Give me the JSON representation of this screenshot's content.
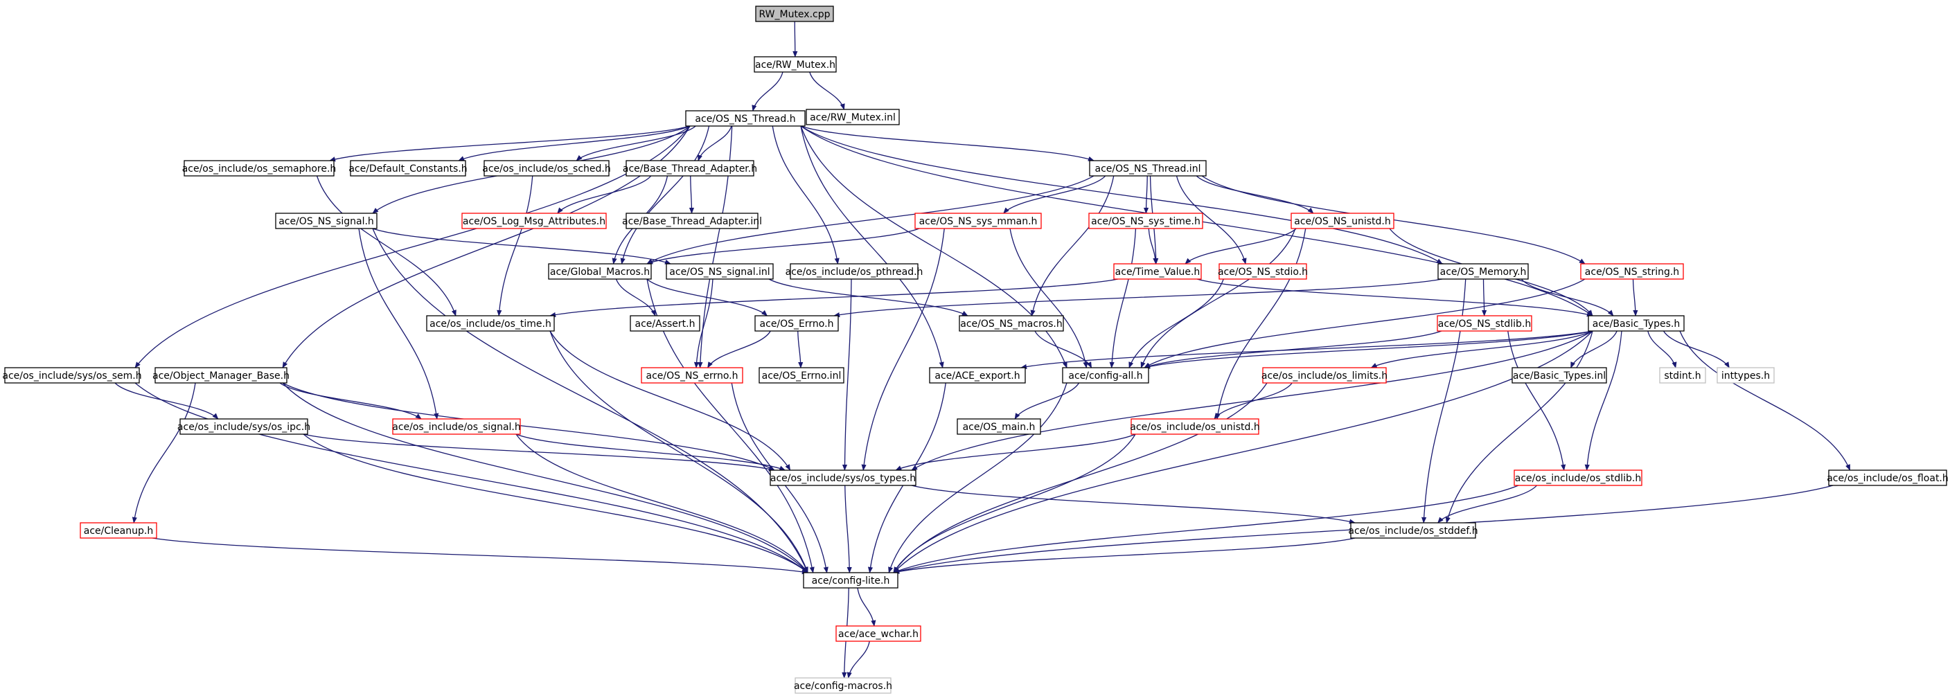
{
  "colors": {
    "edge": "#191970",
    "normal_border": "#000000",
    "truncated_border": "#ff0000",
    "external_border": "#bfbfbf",
    "root_fill": "#bfbfbf",
    "fill": "#ffffff"
  },
  "nodes": [
    {
      "id": "n0",
      "label": "RW_Mutex.cpp",
      "kind": "root"
    },
    {
      "id": "n1",
      "label": "ace/RW_Mutex.h",
      "kind": "normal"
    },
    {
      "id": "n2",
      "label": "ace/OS_NS_Thread.h",
      "kind": "normal"
    },
    {
      "id": "n3",
      "label": "ace/RW_Mutex.inl",
      "kind": "normal"
    },
    {
      "id": "n4",
      "label": "ace/os_include/os_semaphore.h",
      "kind": "normal"
    },
    {
      "id": "n5",
      "label": "ace/Default_Constants.h",
      "kind": "normal"
    },
    {
      "id": "n6",
      "label": "ace/os_include/os_sched.h",
      "kind": "normal"
    },
    {
      "id": "n7",
      "label": "ace/Base_Thread_Adapter.h",
      "kind": "normal"
    },
    {
      "id": "n8",
      "label": "ace/OS_NS_Thread.inl",
      "kind": "normal"
    },
    {
      "id": "n9",
      "label": "ace/OS_NS_signal.h",
      "kind": "normal"
    },
    {
      "id": "n10",
      "label": "ace/OS_Log_Msg_Attributes.h",
      "kind": "truncated"
    },
    {
      "id": "n11",
      "label": "ace/Base_Thread_Adapter.inl",
      "kind": "normal"
    },
    {
      "id": "n12",
      "label": "ace/OS_NS_sys_mman.h",
      "kind": "truncated"
    },
    {
      "id": "n13",
      "label": "ace/OS_NS_sys_time.h",
      "kind": "truncated"
    },
    {
      "id": "n14",
      "label": "ace/OS_NS_unistd.h",
      "kind": "truncated"
    },
    {
      "id": "n15",
      "label": "ace/Global_Macros.h",
      "kind": "normal"
    },
    {
      "id": "n16",
      "label": "ace/OS_NS_signal.inl",
      "kind": "normal"
    },
    {
      "id": "n17",
      "label": "ace/os_include/os_pthread.h",
      "kind": "normal"
    },
    {
      "id": "n18",
      "label": "ace/Time_Value.h",
      "kind": "truncated"
    },
    {
      "id": "n19",
      "label": "ace/OS_NS_stdio.h",
      "kind": "truncated"
    },
    {
      "id": "n20",
      "label": "ace/OS_Memory.h",
      "kind": "normal"
    },
    {
      "id": "n21",
      "label": "ace/OS_NS_string.h",
      "kind": "truncated"
    },
    {
      "id": "n22",
      "label": "ace/os_include/os_time.h",
      "kind": "normal"
    },
    {
      "id": "n23",
      "label": "ace/Assert.h",
      "kind": "normal"
    },
    {
      "id": "n24",
      "label": "ace/OS_Errno.h",
      "kind": "normal"
    },
    {
      "id": "n25",
      "label": "ace/OS_NS_macros.h",
      "kind": "normal"
    },
    {
      "id": "n26",
      "label": "ace/OS_NS_stdlib.h",
      "kind": "truncated"
    },
    {
      "id": "n27",
      "label": "ace/Basic_Types.h",
      "kind": "normal"
    },
    {
      "id": "n28",
      "label": "ace/os_include/sys/os_sem.h",
      "kind": "normal"
    },
    {
      "id": "n29",
      "label": "ace/Object_Manager_Base.h",
      "kind": "normal"
    },
    {
      "id": "n30",
      "label": "ace/OS_NS_errno.h",
      "kind": "truncated"
    },
    {
      "id": "n31",
      "label": "ace/OS_Errno.inl",
      "kind": "normal"
    },
    {
      "id": "n32",
      "label": "ace/ACE_export.h",
      "kind": "normal"
    },
    {
      "id": "n33",
      "label": "ace/config-all.h",
      "kind": "normal"
    },
    {
      "id": "n34",
      "label": "ace/os_include/os_limits.h",
      "kind": "truncated"
    },
    {
      "id": "n35",
      "label": "ace/Basic_Types.inl",
      "kind": "normal"
    },
    {
      "id": "n36",
      "label": "stdint.h",
      "kind": "external"
    },
    {
      "id": "n37",
      "label": "inttypes.h",
      "kind": "external"
    },
    {
      "id": "n38",
      "label": "ace/os_include/sys/os_ipc.h",
      "kind": "normal"
    },
    {
      "id": "n39",
      "label": "ace/os_include/os_signal.h",
      "kind": "truncated"
    },
    {
      "id": "n40",
      "label": "ace/OS_main.h",
      "kind": "normal"
    },
    {
      "id": "n41",
      "label": "ace/os_include/os_unistd.h",
      "kind": "truncated"
    },
    {
      "id": "n42",
      "label": "ace/os_include/sys/os_types.h",
      "kind": "normal"
    },
    {
      "id": "n43",
      "label": "ace/os_include/os_stdlib.h",
      "kind": "truncated"
    },
    {
      "id": "n44",
      "label": "ace/os_include/os_float.h",
      "kind": "normal"
    },
    {
      "id": "n45",
      "label": "ace/Cleanup.h",
      "kind": "truncated"
    },
    {
      "id": "n46",
      "label": "ace/os_include/os_stddef.h",
      "kind": "normal"
    },
    {
      "id": "n47",
      "label": "ace/config-lite.h",
      "kind": "normal"
    },
    {
      "id": "n48",
      "label": "ace/ace_wchar.h",
      "kind": "truncated"
    },
    {
      "id": "n49",
      "label": "ace/config-macros.h",
      "kind": "external"
    }
  ],
  "edges": [
    [
      "n0",
      "n1"
    ],
    [
      "n1",
      "n2"
    ],
    [
      "n1",
      "n3"
    ],
    [
      "n2",
      "n4"
    ],
    [
      "n2",
      "n5"
    ],
    [
      "n2",
      "n6"
    ],
    [
      "n2",
      "n7"
    ],
    [
      "n2",
      "n8"
    ],
    [
      "n2",
      "n9"
    ],
    [
      "n2",
      "n15"
    ],
    [
      "n2",
      "n17"
    ],
    [
      "n2",
      "n20"
    ],
    [
      "n2",
      "n27"
    ],
    [
      "n2",
      "n28"
    ],
    [
      "n2",
      "n29"
    ],
    [
      "n2",
      "n30"
    ],
    [
      "n2",
      "n32"
    ],
    [
      "n2",
      "n33"
    ],
    [
      "n7",
      "n10"
    ],
    [
      "n7",
      "n11"
    ],
    [
      "n7",
      "n15"
    ],
    [
      "n8",
      "n12"
    ],
    [
      "n8",
      "n13"
    ],
    [
      "n8",
      "n14"
    ],
    [
      "n8",
      "n18"
    ],
    [
      "n8",
      "n19"
    ],
    [
      "n8",
      "n21"
    ],
    [
      "n8",
      "n25"
    ],
    [
      "n8",
      "n15"
    ],
    [
      "n9",
      "n16"
    ],
    [
      "n9",
      "n39"
    ],
    [
      "n9",
      "n47"
    ],
    [
      "n4",
      "n22"
    ],
    [
      "n6",
      "n22"
    ],
    [
      "n12",
      "n15"
    ],
    [
      "n12",
      "n33"
    ],
    [
      "n12",
      "n42"
    ],
    [
      "n13",
      "n18"
    ],
    [
      "n13",
      "n33"
    ],
    [
      "n14",
      "n18"
    ],
    [
      "n14",
      "n33"
    ],
    [
      "n14",
      "n41"
    ],
    [
      "n14",
      "n27"
    ],
    [
      "n15",
      "n23"
    ],
    [
      "n15",
      "n24"
    ],
    [
      "n15",
      "n47"
    ],
    [
      "n16",
      "n25"
    ],
    [
      "n16",
      "n30"
    ],
    [
      "n17",
      "n42"
    ],
    [
      "n18",
      "n22"
    ],
    [
      "n18",
      "n27"
    ],
    [
      "n19",
      "n33"
    ],
    [
      "n20",
      "n24"
    ],
    [
      "n20",
      "n26"
    ],
    [
      "n20",
      "n27"
    ],
    [
      "n20",
      "n46"
    ],
    [
      "n21",
      "n27"
    ],
    [
      "n21",
      "n33"
    ],
    [
      "n22",
      "n42"
    ],
    [
      "n22",
      "n47"
    ],
    [
      "n24",
      "n30"
    ],
    [
      "n24",
      "n31"
    ],
    [
      "n25",
      "n33"
    ],
    [
      "n26",
      "n33"
    ],
    [
      "n26",
      "n43"
    ],
    [
      "n27",
      "n32"
    ],
    [
      "n27",
      "n33"
    ],
    [
      "n27",
      "n34"
    ],
    [
      "n27",
      "n35"
    ],
    [
      "n27",
      "n36"
    ],
    [
      "n27",
      "n37"
    ],
    [
      "n27",
      "n42"
    ],
    [
      "n27",
      "n43"
    ],
    [
      "n27",
      "n44"
    ],
    [
      "n27",
      "n46"
    ],
    [
      "n27",
      "n47"
    ],
    [
      "n28",
      "n38"
    ],
    [
      "n28",
      "n47"
    ],
    [
      "n29",
      "n39"
    ],
    [
      "n29",
      "n42"
    ],
    [
      "n29",
      "n45"
    ],
    [
      "n29",
      "n47"
    ],
    [
      "n30",
      "n47"
    ],
    [
      "n32",
      "n47"
    ],
    [
      "n33",
      "n40"
    ],
    [
      "n33",
      "n47"
    ],
    [
      "n34",
      "n41"
    ],
    [
      "n34",
      "n47"
    ],
    [
      "n38",
      "n42"
    ],
    [
      "n38",
      "n47"
    ],
    [
      "n39",
      "n42"
    ],
    [
      "n39",
      "n47"
    ],
    [
      "n41",
      "n42"
    ],
    [
      "n41",
      "n47"
    ],
    [
      "n42",
      "n46"
    ],
    [
      "n42",
      "n47"
    ],
    [
      "n43",
      "n46"
    ],
    [
      "n43",
      "n47"
    ],
    [
      "n44",
      "n47"
    ],
    [
      "n45",
      "n47"
    ],
    [
      "n46",
      "n47"
    ],
    [
      "n47",
      "n48"
    ],
    [
      "n47",
      "n49"
    ],
    [
      "n48",
      "n49"
    ]
  ]
}
